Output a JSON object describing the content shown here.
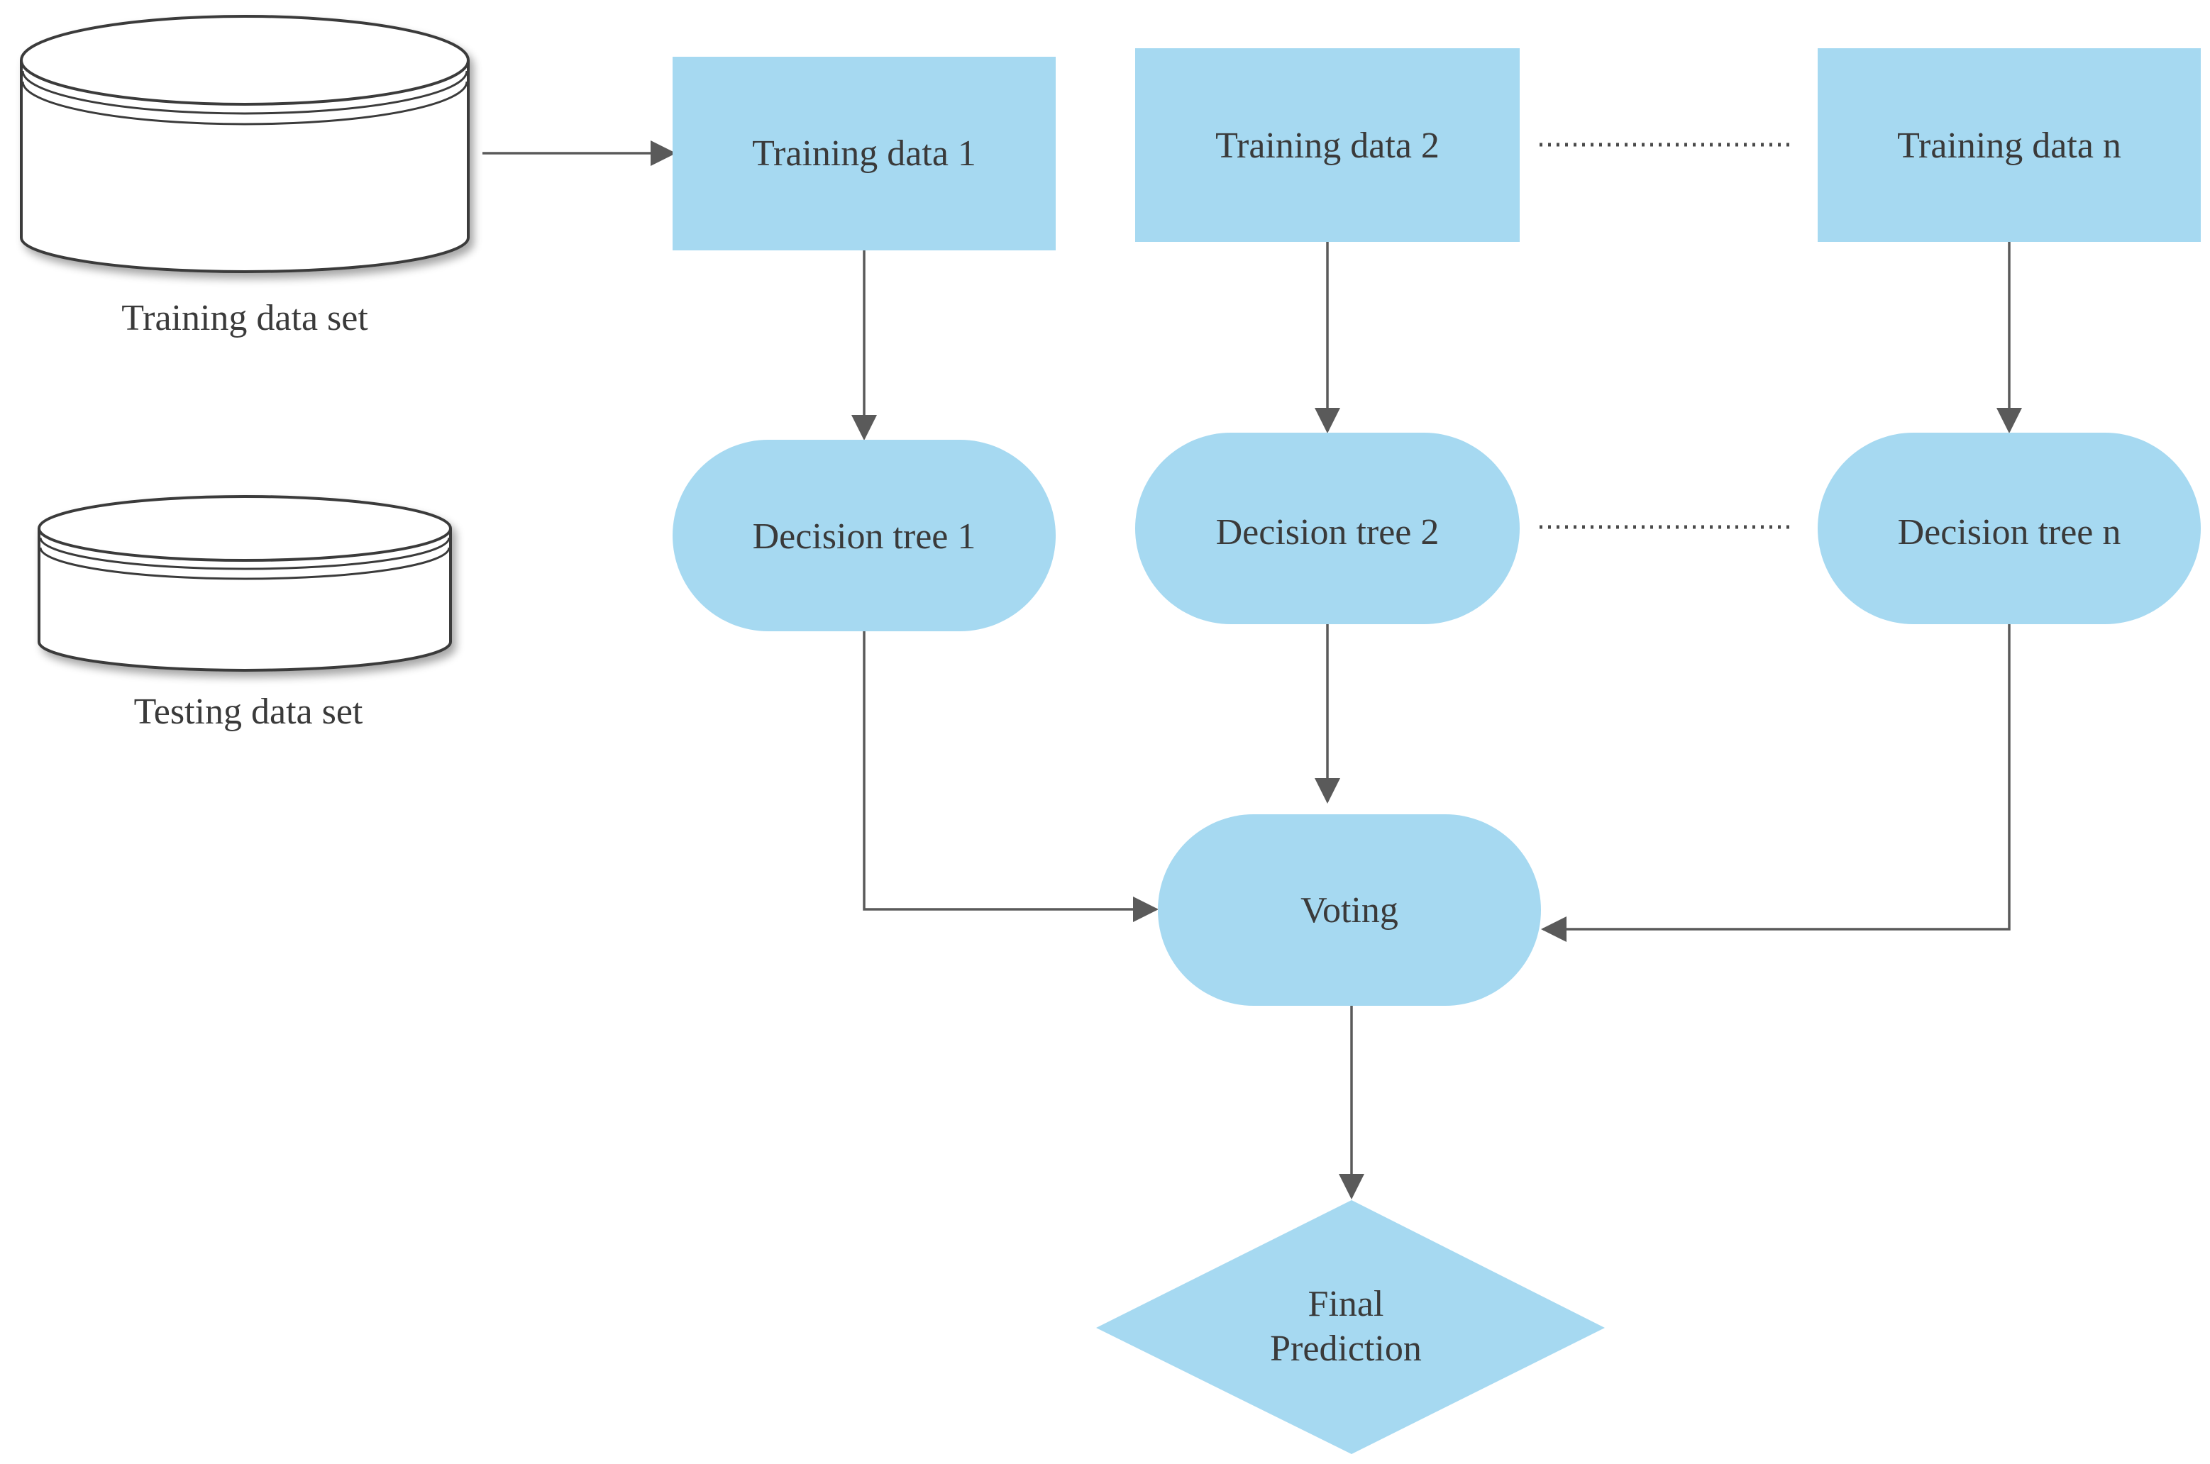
{
  "datasets": {
    "training": {
      "label": "Training data set"
    },
    "testing": {
      "label": "Testing data set"
    }
  },
  "training_subsets": [
    {
      "label": "Training data 1"
    },
    {
      "label": "Training data 2"
    },
    {
      "label": "Training data n"
    }
  ],
  "decision_trees": [
    {
      "label": "Decision tree 1"
    },
    {
      "label": "Decision tree 2"
    },
    {
      "label": "Decision tree n"
    }
  ],
  "voting": {
    "label": "Voting"
  },
  "final_prediction": {
    "line1": "Final",
    "line2": "Prediction"
  },
  "colors": {
    "node_fill": "#a6d9f1",
    "connector": "#5a5a5a",
    "text": "#3a3a3a"
  }
}
